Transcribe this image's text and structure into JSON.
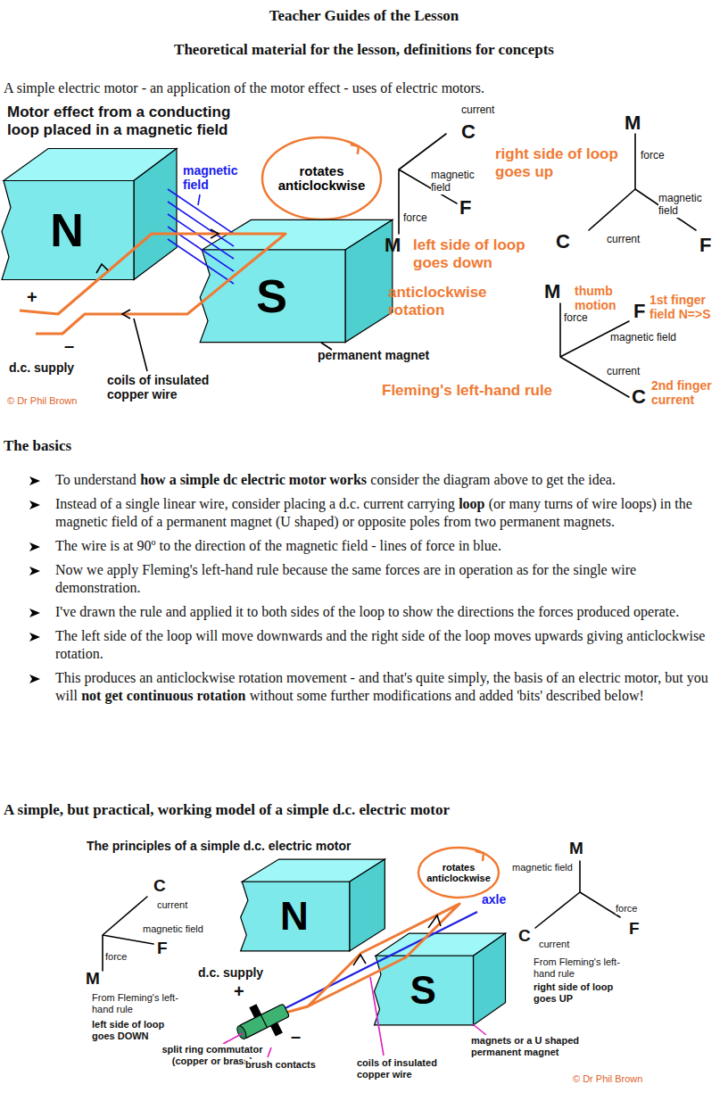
{
  "diagram": {
    "title": "Teacher Guides of the Lesson",
    "nodes": [
      {
        "text": [
          "N"
        ]
      },
      {
        "text": [
          "rotates anticlockwise"
        ]
      },
      {
        "text": [
          "S"
        ]
      },
      {
        "text": [
          "N"
        ]
      },
      {
        "text": [
          "rotates anticlockwise"
        ]
      },
      {
        "text": [
          "S"
        ]
      }
    ],
    "labels": [
      "Theoretical material for the lesson, definitions for concepts",
      "A simple electric motor - an application of the motor effect - uses of electric motors.",
      "Motor effect from a conducting loop placed in a magnetic field",
      "magnetic field",
      "+",
      "–",
      "d.c. supply",
      "coils of insulated copper wire",
      "permanent magnet",
      "© Dr Phil Brown",
      "current",
      "C",
      "magnetic field",
      "F",
      "force",
      "M",
      "left side of loop goes down",
      "anticlockwise rotation",
      "M",
      "right side of loop goes up",
      "force",
      "magnetic field",
      "C",
      "current",
      "F",
      "M",
      "thumb motion",
      "force",
      "F",
      "1st finger field N=>S",
      "magnetic field",
      "current",
      "C",
      "2nd finger current",
      "Fleming's left-hand rule",
      "The basics",
      "To understand",
      "how a simple dc electric motor works",
      "consider the diagram above to get the idea.",
      "Instead of a single linear wire, consider placing a d.c. current carrying",
      "loop",
      "(or many turns of wire loops) in the magnetic field of a permanent magnet (U shaped) or opposite poles from two permanent magnets.",
      "The wire is at 90º to the direction of the magnetic field - lines of force in blue.",
      "Now we apply Fleming's left-hand rule because the same forces are in operation as for the single wire demonstration.",
      "I've drawn the rule and applied it to both sides of the loop to show the directions the forces produced operate.",
      "The left side of the loop will move downwards and the right side of the loop moves upwards giving anticlockwise rotation.",
      "This produces an anticlockwise rotation movement - and that's quite simply, the basis of an electric motor, but you will",
      "not get continuous rotation",
      "without some further modifications and added 'bits' described below!",
      "A simple, but practical, working model of a simple d.c. electric motor",
      "The principles of a simple d.c. electric motor",
      "C",
      "current",
      "magnetic field",
      "F",
      "force",
      "M",
      "From Fleming's left-hand rule",
      "left side of loop goes DOWN",
      "d.c. supply",
      "+",
      "–",
      "axle",
      "split ring commutator (copper or brass)",
      "brush contacts",
      "coils of insulated copper wire",
      "magnets or a U shaped permanent magnet",
      "M",
      "magnetic field",
      "force",
      "F",
      "C",
      "current",
      "From Fleming's left-hand rule",
      "right side of loop goes UP",
      "© Dr Phil Brown"
    ]
  }
}
